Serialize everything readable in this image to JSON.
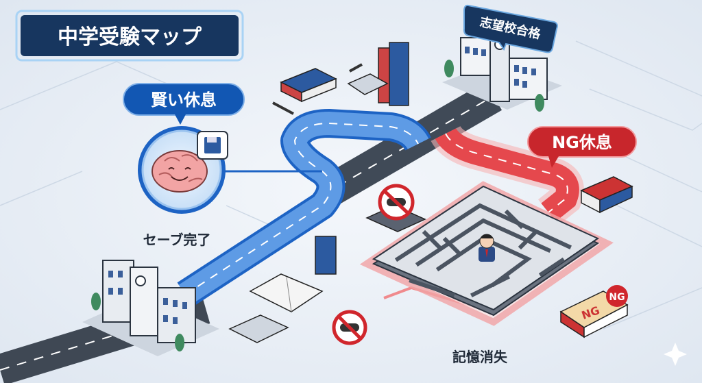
{
  "title": "中学受験マップ",
  "goal_label": "志望校合格",
  "smart_rest": {
    "label": "賢い休息",
    "caption": "セーブ完了"
  },
  "ng_rest": {
    "label": "NG休息",
    "caption": "記憶消失",
    "book_badge": "NG",
    "book_cover": "NG"
  },
  "colors": {
    "navy": "#17365f",
    "blue": "#1a5fb4",
    "red": "#c8262c",
    "road": "#4a5563",
    "bg": "#e9eff6"
  }
}
